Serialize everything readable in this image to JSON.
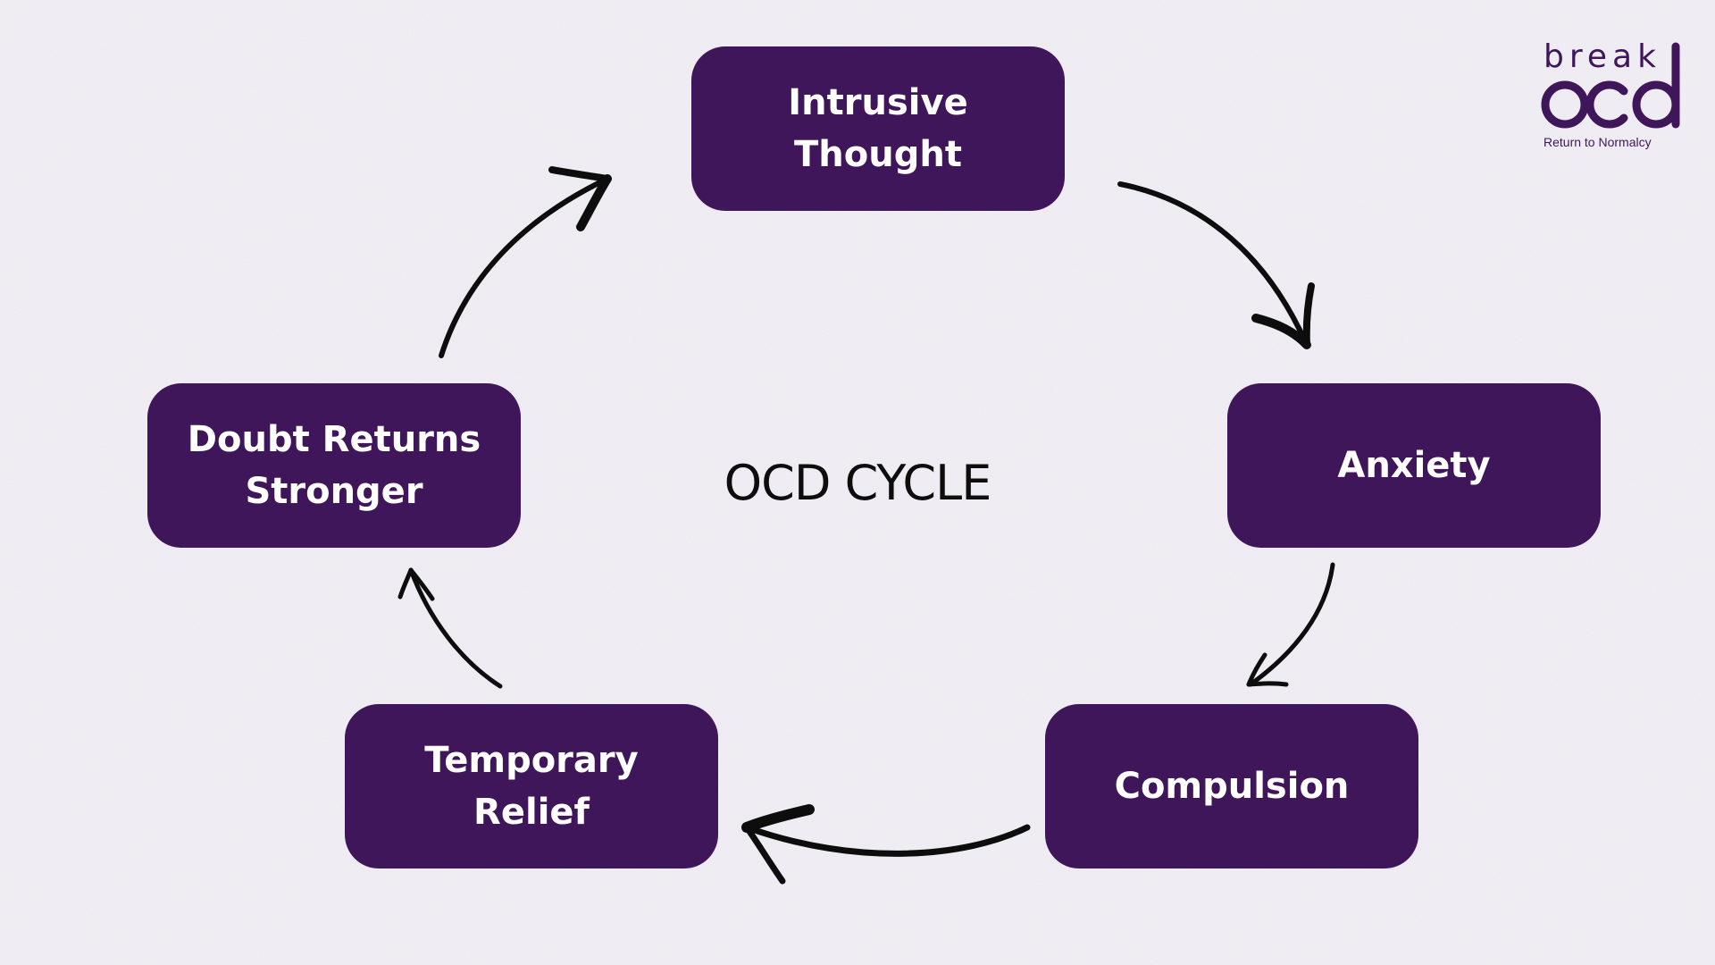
{
  "diagram": {
    "title": "OCD CYCLE",
    "nodes": [
      {
        "id": "intrusive",
        "label": "Intrusive Thought"
      },
      {
        "id": "anxiety",
        "label": "Anxiety"
      },
      {
        "id": "compulsion",
        "label": "Compulsion"
      },
      {
        "id": "relief",
        "label": "Temporary Relief"
      },
      {
        "id": "doubt",
        "label": "Doubt Returns Stronger"
      }
    ],
    "edges": [
      {
        "from": "intrusive",
        "to": "anxiety"
      },
      {
        "from": "anxiety",
        "to": "compulsion"
      },
      {
        "from": "compulsion",
        "to": "relief"
      },
      {
        "from": "relief",
        "to": "doubt"
      },
      {
        "from": "doubt",
        "to": "intrusive"
      }
    ]
  },
  "logo": {
    "word": "break",
    "mark": "ocd",
    "tagline": "Return to Normalcy"
  },
  "colors": {
    "node_fill": "#3f1659",
    "node_text": "#ffffff",
    "background": "#f1eff5",
    "arrow": "#0d0d0d"
  }
}
